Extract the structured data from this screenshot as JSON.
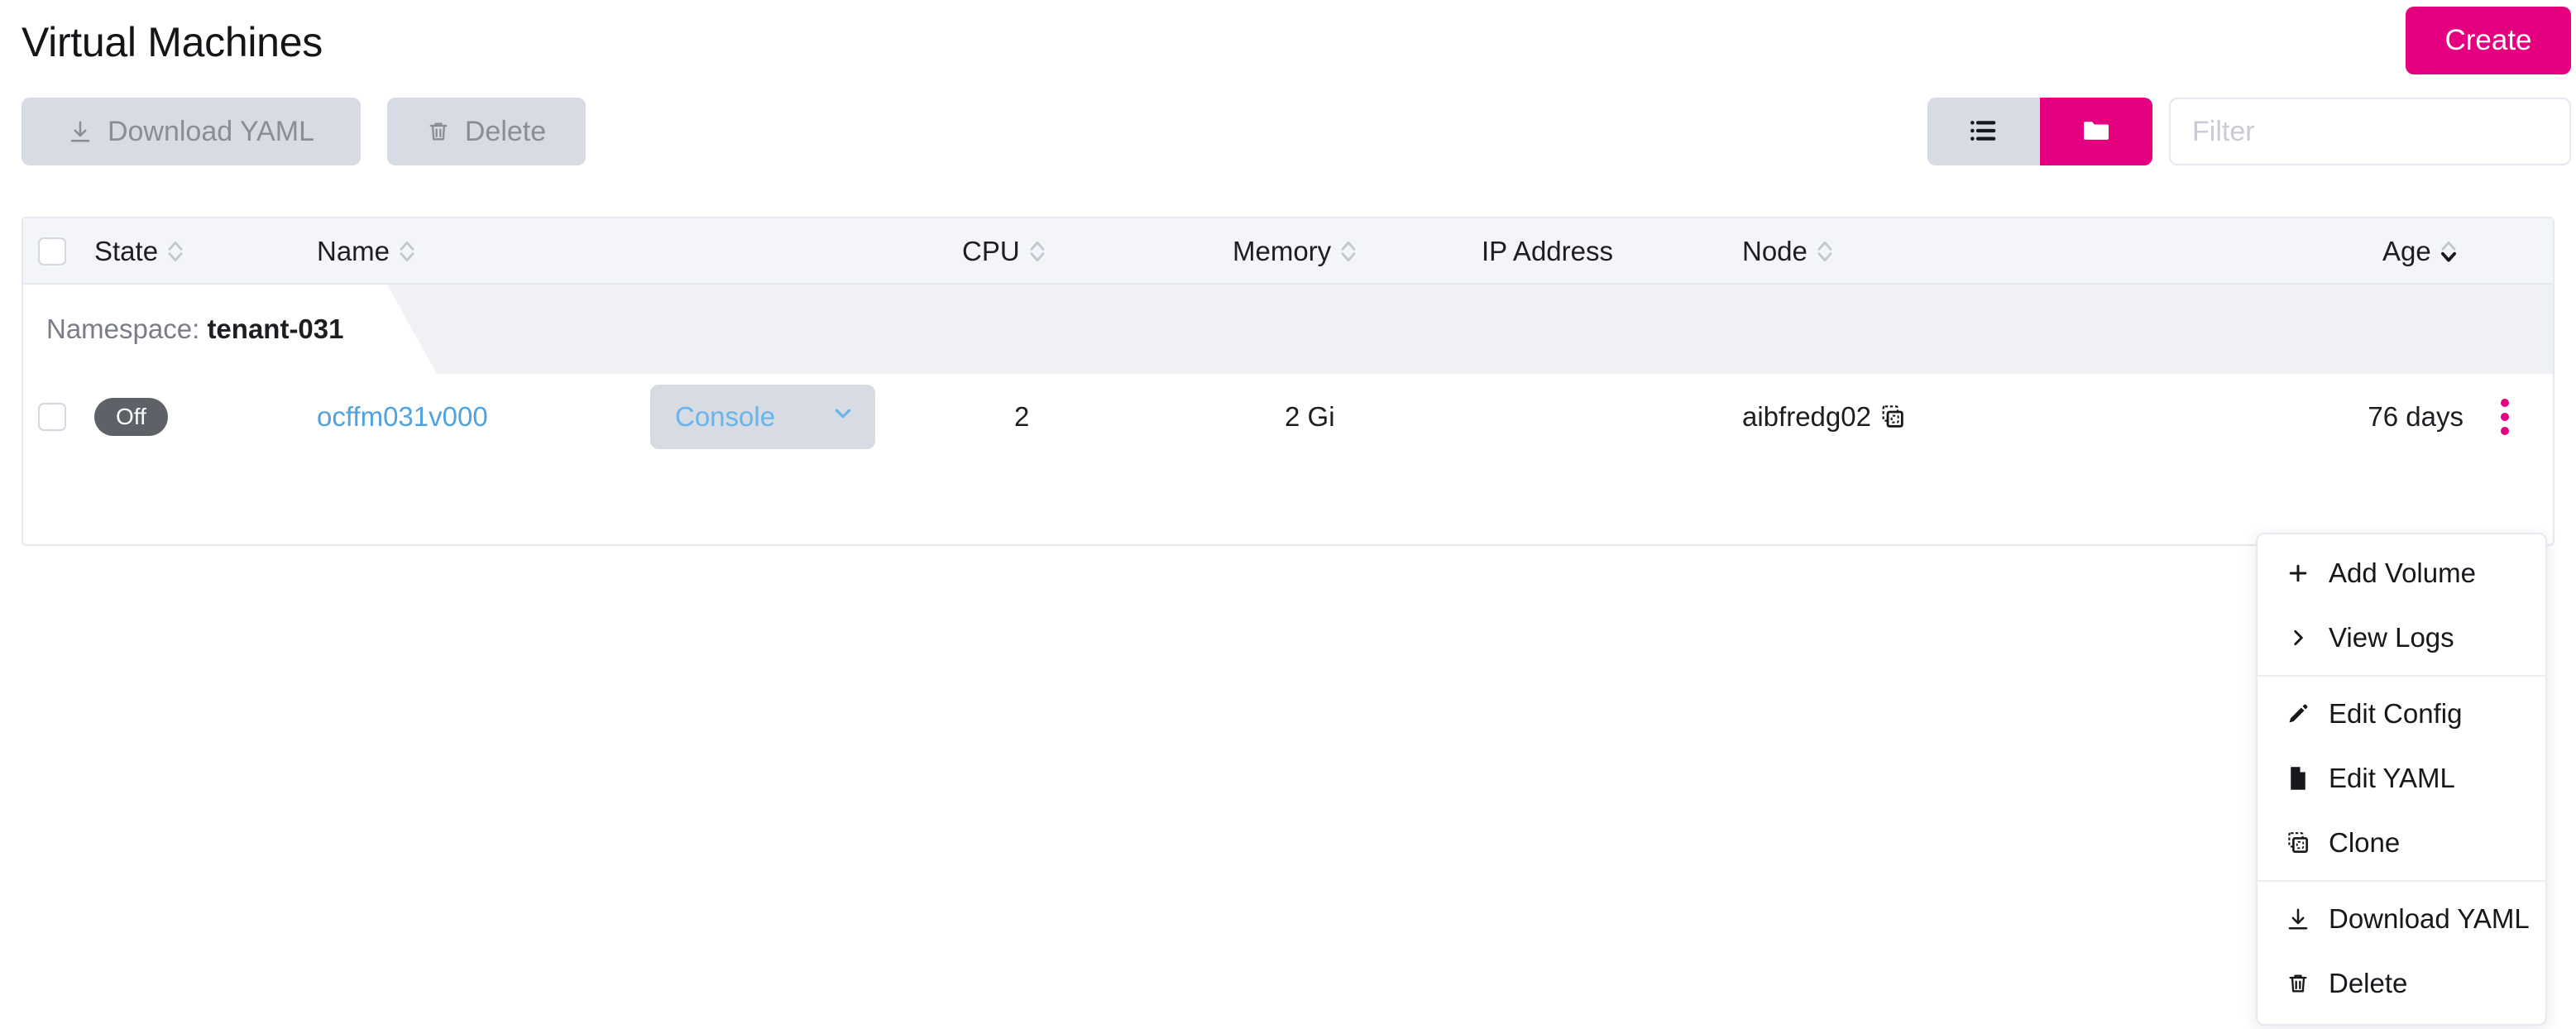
{
  "header": {
    "title": "Virtual Machines",
    "create_label": "Create"
  },
  "toolbar": {
    "download_yaml_label": "Download YAML",
    "download_yaml_icon": "download-icon",
    "delete_label": "Delete",
    "delete_icon": "trash-icon",
    "view_list_icon": "list-view-icon",
    "view_folder_icon": "folder-view-icon",
    "filter_placeholder": "Filter",
    "filter_value": "",
    "accent_color": "#e4007f",
    "muted_button_color": "#d7dbe3"
  },
  "table": {
    "columns": [
      {
        "label": "State",
        "sortable": true,
        "active_sort": false
      },
      {
        "label": "Name",
        "sortable": true,
        "active_sort": false
      },
      {
        "label": "CPU",
        "sortable": true,
        "active_sort": false
      },
      {
        "label": "Memory",
        "sortable": true,
        "active_sort": false
      },
      {
        "label": "IP Address",
        "sortable": false,
        "active_sort": false
      },
      {
        "label": "Node",
        "sortable": true,
        "active_sort": false
      },
      {
        "label": "Age",
        "sortable": true,
        "active_sort": true
      }
    ],
    "group": {
      "prefix": "Namespace:",
      "value": "tenant-031"
    },
    "rows": [
      {
        "state": "Off",
        "state_color": "#5f6169",
        "name": "ocffm031v000",
        "console_label": "Console",
        "cpu": "2",
        "memory": "2 Gi",
        "ip_address": "",
        "node": "aibfredg02",
        "node_copy_icon": "copy-icon",
        "age": "76 days",
        "kebab_icon": "kebab-menu-icon"
      }
    ]
  },
  "context_menu": {
    "items": [
      {
        "label": "Add Volume",
        "icon": "plus-icon",
        "divider_after": false
      },
      {
        "label": "View Logs",
        "icon": "chevron-right-icon",
        "divider_after": true
      },
      {
        "label": "Edit Config",
        "icon": "pencil-icon",
        "divider_after": false
      },
      {
        "label": "Edit YAML",
        "icon": "file-icon",
        "divider_after": false
      },
      {
        "label": "Clone",
        "icon": "copy-icon",
        "divider_after": true
      },
      {
        "label": "Download YAML",
        "icon": "download-icon",
        "divider_after": false
      },
      {
        "label": "Delete",
        "icon": "trash-icon",
        "divider_after": false
      }
    ]
  }
}
